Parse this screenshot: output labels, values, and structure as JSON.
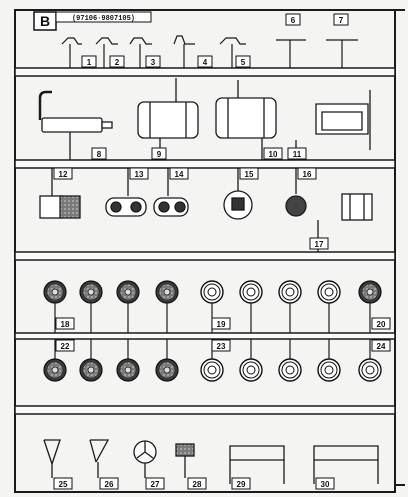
{
  "sheet": {
    "letter": "B",
    "code": "(97106·9807105)"
  },
  "part_numbers": [
    "1",
    "2",
    "3",
    "4",
    "5",
    "6",
    "7",
    "8",
    "9",
    "10",
    "11",
    "12",
    "13",
    "14",
    "15",
    "16",
    "17",
    "18",
    "19",
    "20",
    "22",
    "23",
    "24",
    "25",
    "26",
    "27",
    "28",
    "29",
    "30"
  ],
  "colors": {
    "ink": "#1a1a1a",
    "paper": "#f4f4f2",
    "wheel_dark": "#555555"
  }
}
